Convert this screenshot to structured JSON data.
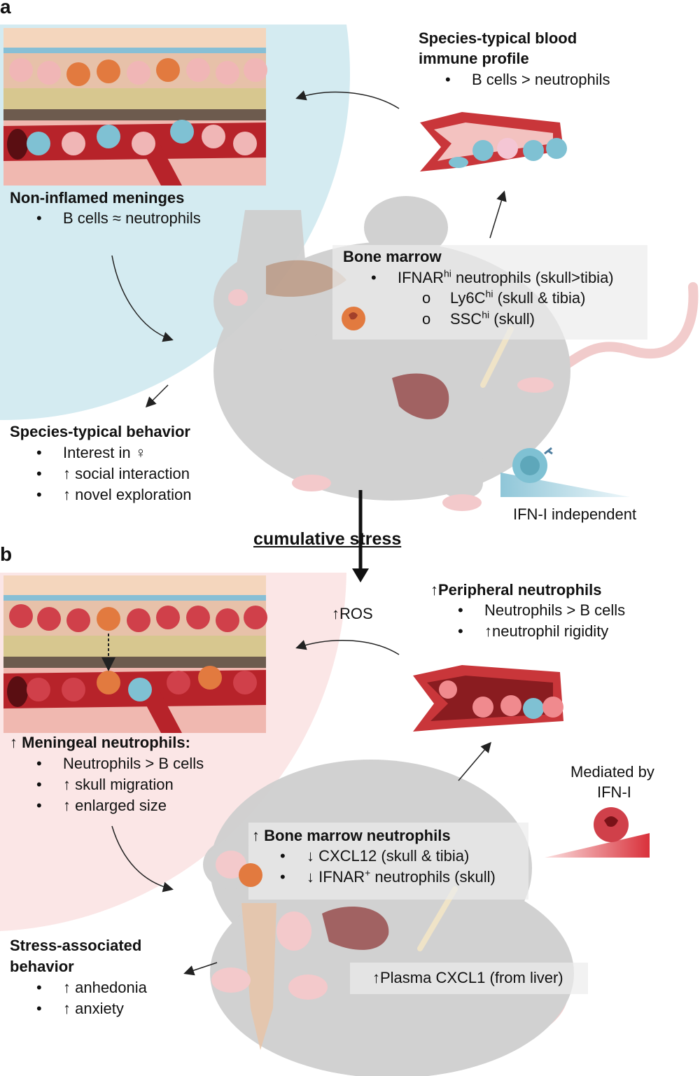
{
  "panel_a": {
    "letter": "a",
    "meninges_title": "Non-inflamed meninges",
    "meninges_items": [
      "B cells ≈ neutrophils"
    ],
    "blood_title_line1": "Species-typical blood",
    "blood_title_line2": "immune profile",
    "blood_items": [
      "B cells > neutrophils"
    ],
    "bone_marrow_title": "Bone marrow",
    "bone_marrow_item_prefix": "IFNAR",
    "bone_marrow_item_sup": "hi",
    "bone_marrow_item_suffix": " neutrophils (skull>tibia)",
    "bone_sub1_prefix": "Ly6C",
    "bone_sub1_sup": "hi",
    "bone_sub1_suffix": " (skull & tibia)",
    "bone_sub2_prefix": "SSC",
    "bone_sub2_sup": "hi",
    "bone_sub2_suffix": " (skull)",
    "behavior_title": "Species-typical behavior",
    "behavior_items": [
      "Interest in ♀",
      "↑ social interaction",
      "↑ novel exploration"
    ],
    "ifn_label": "IFN-I independent"
  },
  "transition": {
    "label": "cumulative stress"
  },
  "panel_b": {
    "letter": "b",
    "ros_label": "↑ROS",
    "peripheral_title": "↑Peripheral neutrophils",
    "peripheral_items": [
      "Neutrophils > B cells",
      "↑neutrophil rigidity"
    ],
    "meningeal_title": "↑ Meningeal neutrophils:",
    "meningeal_items": [
      "Neutrophils > B cells",
      "↑ skull migration",
      "↑ enlarged size"
    ],
    "mediated_line1": "Mediated by",
    "mediated_line2": "IFN-I",
    "bone_marrow_title": "↑ Bone marrow neutrophils",
    "bone_marrow_items": [
      "↓ CXCL12 (skull & tibia)"
    ],
    "bone_marrow_item2_prefix": "↓ IFNAR",
    "bone_marrow_item2_sup": "+",
    "bone_marrow_item2_suffix": " neutrophils (skull)",
    "behavior_title_line1": "Stress-associated",
    "behavior_title_line2": "behavior",
    "behavior_items": [
      "↑ anhedonia",
      "↑ anxiety"
    ],
    "plasma_label": "↑Plasma CXCL1 (from liver)"
  },
  "bullet_char": "•",
  "sub_bullet_char": "o",
  "colors": {
    "blue_bg": "#d4ebf1",
    "pink_bg": "#fbe6e6",
    "mouse": "#cfcfcf",
    "vessel": "#c9363a",
    "neutrophil_red": "#d0404a",
    "neutrophil_orange": "#e27a3f",
    "bcell": "#7fc1d3"
  }
}
